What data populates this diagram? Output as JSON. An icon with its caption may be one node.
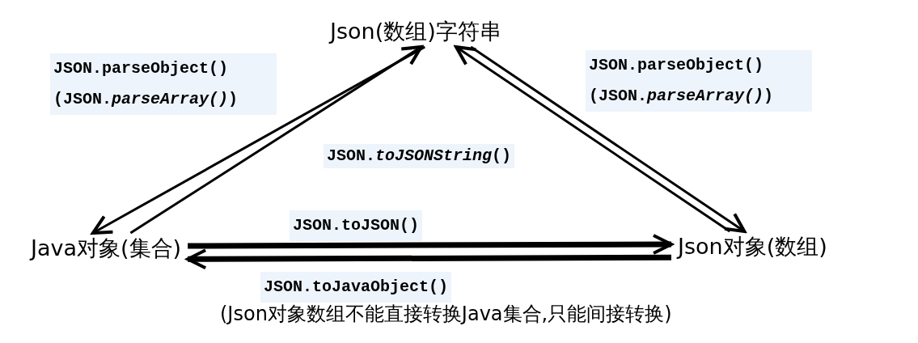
{
  "diagram": {
    "nodes": [
      {
        "text": [
          "Json(数组)字符串"
        ]
      },
      {
        "text": [
          "Java对象(集合)"
        ]
      },
      {
        "text": [
          "Json对象(数组)"
        ]
      }
    ],
    "edges": [
      {
        "from": 0,
        "to": 1,
        "arrow": "to",
        "label": "JSON.parseObject() (JSON.*parseArray()*)"
      },
      {
        "from": 1,
        "to": 0,
        "arrow": "to"
      },
      {
        "from": 0,
        "to": 2,
        "arrow": "to",
        "label": "JSON.parseObject() (JSON.*parseArray()*)"
      },
      {
        "from": 2,
        "to": 0,
        "arrow": "to"
      },
      {
        "from": 1,
        "to": 2,
        "arrow": "to",
        "label": "JSON.toJSON()",
        "style": "thick"
      },
      {
        "from": 2,
        "to": 1,
        "arrow": "to",
        "label": "JSON.toJavaObject()",
        "style": "thick"
      }
    ],
    "labels": [
      "JSON.*toJSONString*()",
      "(Json对象数组不能直接转换Java集合,只能间接转换)"
    ]
  }
}
